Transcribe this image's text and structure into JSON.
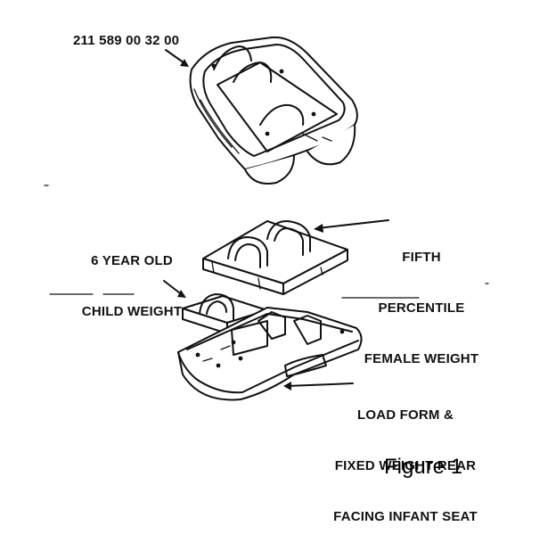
{
  "figure": {
    "caption": "Figure 1",
    "part_number": "211 589 00 32 00",
    "labels": {
      "child_weight": [
        "6 YEAR OLD",
        "CHILD WEIGHT"
      ],
      "female_weight": [
        "FIFTH",
        "PERCENTILE",
        "FEMALE WEIGHT"
      ],
      "load_form": [
        "LOAD FORM &",
        "FIXED WEIGHT REAR",
        "FACING INFANT SEAT"
      ]
    }
  }
}
